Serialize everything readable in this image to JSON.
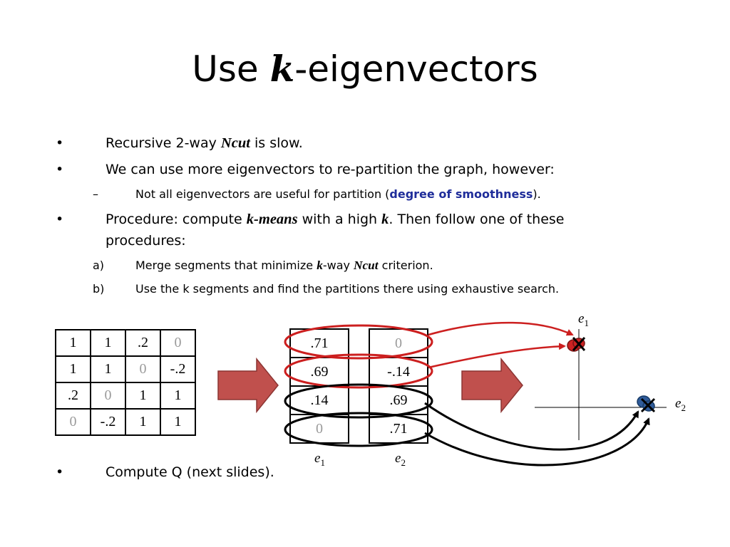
{
  "title": {
    "prefix": "Use ",
    "k": "k",
    "suffix": "-eigenvectors"
  },
  "bullets": {
    "b1": {
      "marker": "•",
      "pre": "Recursive 2-way ",
      "em": "Ncut",
      "post": " is slow."
    },
    "b2": {
      "marker": "•",
      "text": "We can use more eigenvectors to re-partition the graph, however:"
    },
    "b2a": {
      "marker": "–",
      "pre": "Not all eigenvectors are useful for partition (",
      "highlight": "degree of smoothness",
      "post": ")."
    },
    "b3": {
      "marker": "•",
      "pre": "Procedure: compute ",
      "em1": "k-means",
      "mid": " with a high ",
      "em2": "k",
      "post": ". Then follow one of these",
      "line2": "procedures:"
    },
    "b3a": {
      "marker": "a)",
      "pre": "Merge segments that minimize ",
      "em1": "k",
      "mid": "-way ",
      "em2": "Ncut",
      "post": " criterion."
    },
    "b3b": {
      "marker": "b)",
      "text": "Use the k segments and find the partitions there using exhaustive search."
    },
    "b4": {
      "marker": "•",
      "text": "Compute Q (next slides)."
    }
  },
  "matrix": {
    "rows": [
      [
        "1",
        "1",
        ".2",
        "0"
      ],
      [
        "1",
        "1",
        "0",
        "-.2"
      ],
      [
        ".2",
        "0",
        "1",
        "1"
      ],
      [
        "0",
        "-.2",
        "1",
        "1"
      ]
    ]
  },
  "eigenvectors": {
    "e1": {
      "values": [
        ".71",
        ".69",
        ".14",
        "0"
      ],
      "label_letter": "e",
      "label_sub": "1"
    },
    "e2": {
      "values": [
        "0",
        "-.14",
        ".69",
        ".71"
      ],
      "label_letter": "e",
      "label_sub": "2"
    }
  },
  "plot": {
    "axis_x_letter": "e",
    "axis_x_sub": "2",
    "axis_y_letter": "e",
    "axis_y_sub": "1",
    "cluster_colors": {
      "red": "#cc2222",
      "blue": "#2f5b9a"
    }
  },
  "colors": {
    "arrow_fill": "#c0504d",
    "arrow_stroke": "#8c3533",
    "highlight_text": "#1f2d9a",
    "zero_gray": "#9a9a9a"
  }
}
